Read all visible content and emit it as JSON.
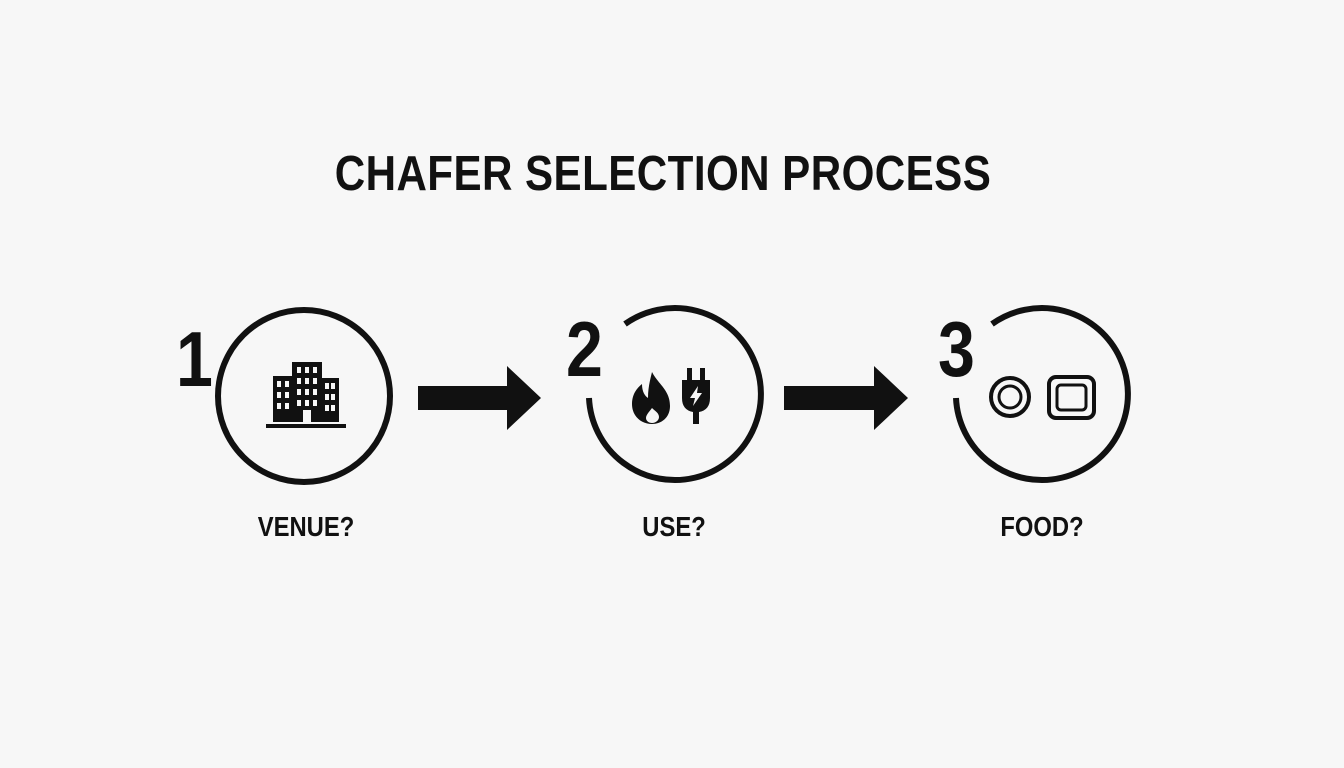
{
  "title": "CHAFER SELECTION PROCESS",
  "steps": [
    {
      "number": "1",
      "label": "VENUE?",
      "icons": [
        "building-icon"
      ]
    },
    {
      "number": "2",
      "label": "USE?",
      "icons": [
        "flame-icon",
        "electric-plug-icon"
      ]
    },
    {
      "number": "3",
      "label": "FOOD?",
      "icons": [
        "round-pan-icon",
        "square-pan-icon"
      ]
    }
  ],
  "colors": {
    "ink": "#111111",
    "background": "#f7f7f7"
  }
}
